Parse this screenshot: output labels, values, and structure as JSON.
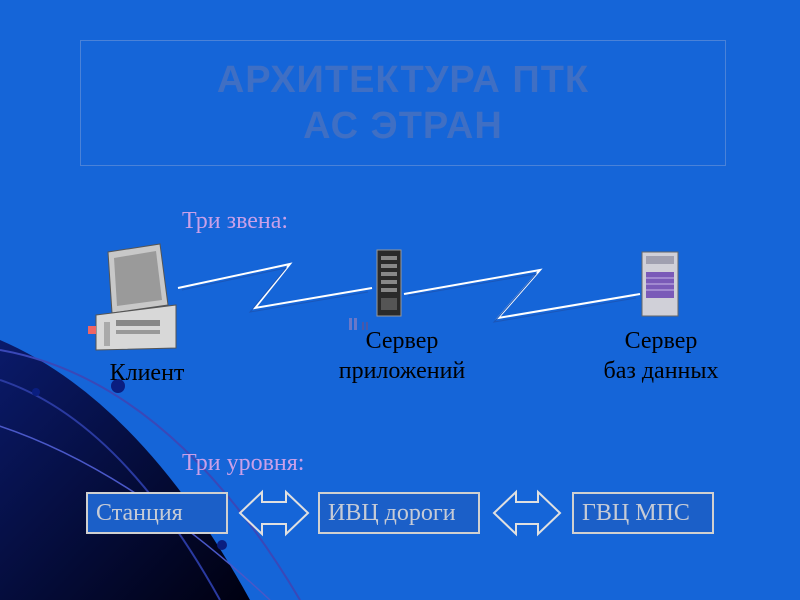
{
  "title": {
    "line1": "АРХИТЕКТУРА ПТК",
    "line2": "АС ЭТРАН"
  },
  "links_heading": "Три звена:",
  "levels_heading": "Три уровня:",
  "nodes": {
    "client": {
      "line1": "Клиент"
    },
    "app_server": {
      "line1": "Сервер",
      "line2": "приложений"
    },
    "db_server": {
      "line1": "Сервер",
      "line2": "баз данных"
    }
  },
  "levels": [
    "Станция",
    "ИВЦ дороги",
    "ГВЦ МПС"
  ],
  "colors": {
    "background": "#1565d8",
    "title_text": "#3f6fc4",
    "heading_text": "#c9a0e8",
    "label_text": "#000000",
    "box_text": "#c6cbd6"
  },
  "icons": [
    "desktop-computer-icon",
    "tower-server-icon",
    "database-server-icon",
    "lightning-link-icon",
    "double-arrow-icon"
  ]
}
